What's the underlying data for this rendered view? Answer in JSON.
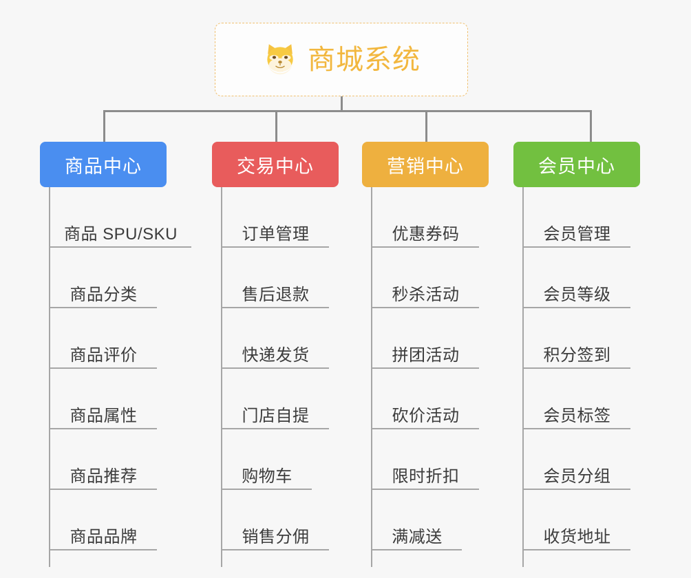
{
  "root": {
    "title": "商城系统",
    "icon": "shiba-dog-face-icon",
    "border_color": "#f0c070",
    "text_color": "#f2b73e"
  },
  "connector_color": "#8c8c8c",
  "spine_color": "#a6a6a6",
  "background_color": "#f7f7f7",
  "columns": [
    {
      "key": "product-center",
      "label": "商品中心",
      "color": "#4a8ef0",
      "items": [
        "商品 SPU/SKU",
        "商品分类",
        "商品评价",
        "商品属性",
        "商品推荐",
        "商品品牌"
      ]
    },
    {
      "key": "trade-center",
      "label": "交易中心",
      "color": "#e85c5c",
      "items": [
        "订单管理",
        "售后退款",
        "快递发货",
        "门店自提",
        "购物车",
        "销售分佣"
      ]
    },
    {
      "key": "marketing-center",
      "label": "营销中心",
      "color": "#eeb03f",
      "items": [
        "优惠券码",
        "秒杀活动",
        "拼团活动",
        "砍价活动",
        "限时折扣",
        "满减送"
      ]
    },
    {
      "key": "member-center",
      "label": "会员中心",
      "color": "#72c040",
      "items": [
        "会员管理",
        "会员等级",
        "积分签到",
        "会员标签",
        "会员分组",
        "收货地址"
      ]
    }
  ]
}
